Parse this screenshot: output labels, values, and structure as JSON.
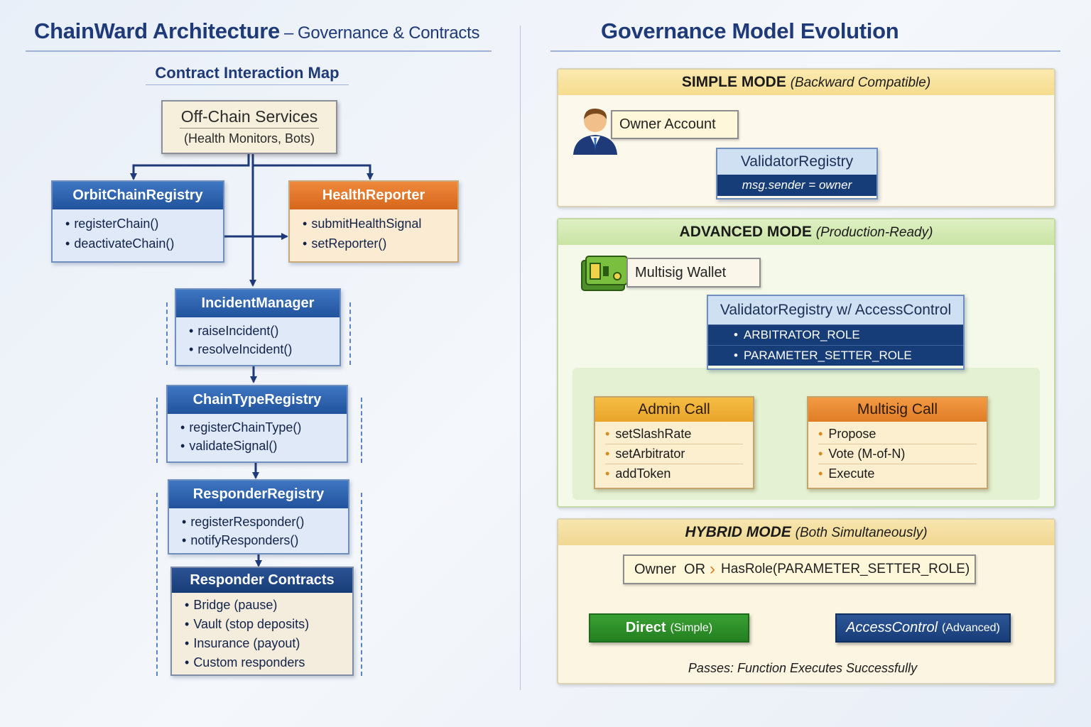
{
  "header": {
    "left_title": "ChainWard Architecture",
    "left_dash": "–",
    "left_subtitle": "Governance & Contracts",
    "right_title": "Governance Model Evolution"
  },
  "map": {
    "title": "Contract Interaction Map",
    "offchain": {
      "title": "Off-Chain Services",
      "subtitle": "(Health Monitors, Bots)"
    },
    "orbit": {
      "name": "OrbitChainRegistry",
      "methods": [
        "registerChain()",
        "deactivateChain()"
      ]
    },
    "health": {
      "name": "HealthReporter",
      "methods": [
        "submitHealthSignal",
        "setReporter()"
      ]
    },
    "incident": {
      "name": "IncidentManager",
      "methods": [
        "raiseIncident()",
        "resolveIncident()"
      ]
    },
    "chaintype": {
      "name": "ChainTypeRegistry",
      "methods": [
        "registerChainType()",
        "validateSignal()"
      ]
    },
    "responder": {
      "name": "ResponderRegistry",
      "methods": [
        "registerResponder()",
        "notifyResponders()"
      ]
    },
    "contracts": {
      "name": "Responder Contracts",
      "items": [
        "Bridge (pause)",
        "Vault (stop deposits)",
        "Insurance (payout)",
        "Custom responders"
      ]
    }
  },
  "simple": {
    "mode": "SIMPLE MODE",
    "qualifier": "(Backward Compatible)",
    "owner": "Owner Account",
    "registry": "ValidatorRegistry",
    "check": "msg.sender = owner"
  },
  "advanced": {
    "mode": "ADVANCED MODE",
    "qualifier": "(Production-Ready)",
    "wallet": "Multisig Wallet",
    "registry": "ValidatorRegistry w/ AccessControl",
    "roles": [
      "ARBITRATOR_ROLE",
      "PARAMETER_SETTER_ROLE"
    ],
    "admin": {
      "title": "Admin Call",
      "items": [
        "setSlashRate",
        "setArbitrator",
        "addToken"
      ]
    },
    "multisig": {
      "title": "Multisig Call",
      "items": [
        "Propose",
        "Vote (M-of-N)",
        "Execute"
      ]
    }
  },
  "hybrid": {
    "mode": "HYBRID MODE",
    "qualifier": "(Both Simultaneously)",
    "condition_left": "Owner  OR",
    "condition_right": "HasRole(PARAMETER_SETTER_ROLE)",
    "direct": "Direct",
    "direct_note": "(Simple)",
    "access": "AccessControl",
    "access_note": "(Advanced)",
    "result": "Passes: Function Executes Successfully"
  },
  "colors": {
    "title_blue": "#1f3a78",
    "contract_blue": "#21539c",
    "reporter_orange": "#d5661b",
    "navy": "#173d78",
    "simple_yellow": "#f5dc8e",
    "advanced_green": "#c9e3a4",
    "direct_green": "#23801f"
  }
}
